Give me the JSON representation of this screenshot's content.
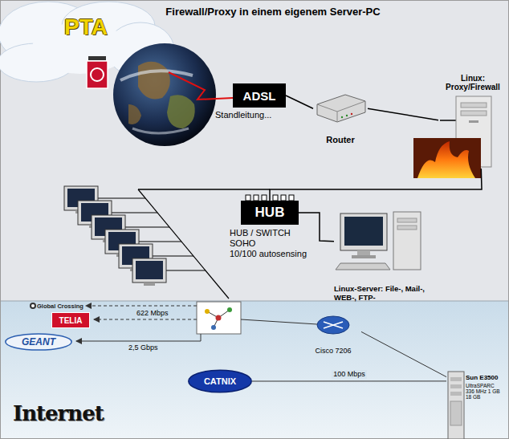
{
  "diagram": {
    "title": "Firewall/Proxy in einem eigenem Server-PC",
    "nodes": [
      {
        "text": [
          "PTA"
        ]
      },
      {
        "text": [
          "ADSL"
        ]
      },
      {
        "text": [
          "Router"
        ]
      },
      {
        "text": [
          "Linux: Proxy/Firewall"
        ]
      },
      {
        "text": [
          "HUB"
        ]
      },
      {
        "text": [
          "Linux-Server: File-, Mail-, WEB-, FTP-"
        ]
      },
      {
        "text": [
          "Global Crossing"
        ]
      },
      {
        "text": [
          "TELIA"
        ]
      },
      {
        "text": [
          "GEANT"
        ]
      },
      {
        "text": [
          "Cisco 7206"
        ]
      },
      {
        "text": [
          "CATNIX"
        ]
      },
      {
        "text": [
          "Sun E3500",
          "UltraSPARC 336 MHz 1 GB 18 GB"
        ]
      }
    ],
    "edges": [
      {
        "from": 0,
        "to": 1,
        "arrow": "none"
      },
      {
        "from": 1,
        "to": 2,
        "arrow": "none"
      },
      {
        "from": 2,
        "to": 3,
        "arrow": "none"
      },
      {
        "from": 3,
        "to": 4,
        "arrow": "none"
      },
      {
        "from": 4,
        "to": 5,
        "arrow": "none"
      },
      {
        "from": 9,
        "to": 11,
        "arrow": "none"
      },
      {
        "from": 10,
        "to": 11,
        "label": "100 Mbps",
        "arrow": "none"
      }
    ],
    "labels": [
      "Standleitung...",
      "HUB / SWITCH",
      "SOHO",
      "10/100 autosensing",
      "622 Mbps",
      "2,5 Gbps",
      "Internet"
    ]
  }
}
